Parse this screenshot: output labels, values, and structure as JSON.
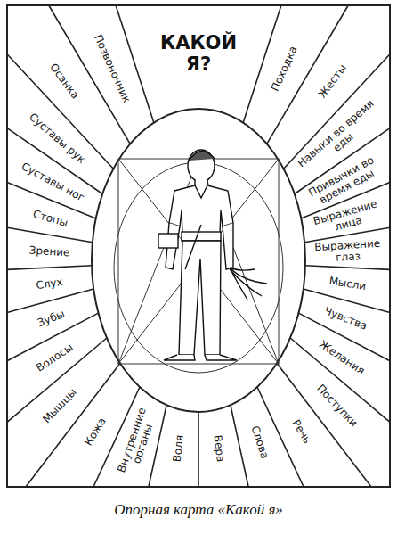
{
  "diagram": {
    "title": "КАКОЙ Я?",
    "caption": "Опорная карта «Какой я»",
    "nodes": [
      {
        "text": [
          "Походка"
        ]
      },
      {
        "text": [
          "Жесты"
        ]
      },
      {
        "text": [
          "Навыки во время еды"
        ]
      },
      {
        "text": [
          "Привычки во время еды"
        ]
      },
      {
        "text": [
          "Выражение лица"
        ]
      },
      {
        "text": [
          "Выражение глаз"
        ]
      },
      {
        "text": [
          "Мысли"
        ]
      },
      {
        "text": [
          "Чувства"
        ]
      },
      {
        "text": [
          "Желания"
        ]
      },
      {
        "text": [
          "Поступки"
        ]
      },
      {
        "text": [
          "Речь"
        ]
      },
      {
        "text": [
          "Слова"
        ]
      },
      {
        "text": [
          "Вера"
        ]
      },
      {
        "text": [
          "Воля"
        ]
      },
      {
        "text": [
          "Внутренние органы"
        ]
      },
      {
        "text": [
          "Кожа"
        ]
      },
      {
        "text": [
          "Мышцы"
        ]
      },
      {
        "text": [
          "Волосы"
        ]
      },
      {
        "text": [
          "Зубы"
        ]
      },
      {
        "text": [
          "Слух"
        ]
      },
      {
        "text": [
          "Зрение"
        ]
      },
      {
        "text": [
          "Стопы"
        ]
      },
      {
        "text": [
          "Суставы ног"
        ]
      },
      {
        "text": [
          "Суставы рук"
        ]
      },
      {
        "text": [
          "Осанка"
        ]
      },
      {
        "text": [
          "Позвоночник"
        ]
      }
    ]
  }
}
